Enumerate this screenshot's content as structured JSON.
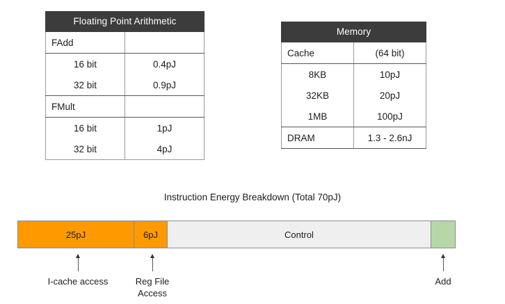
{
  "tables": [
    {
      "name": "floating-point-arithmetic",
      "title": "Floating Point Arithmetic",
      "groups": [
        {
          "label": "FAdd",
          "right": "",
          "rows": [
            {
              "operand": "16 bit",
              "energy": "0.4pJ"
            },
            {
              "operand": "32 bit",
              "energy": "0.9pJ"
            }
          ]
        },
        {
          "label": "FMult",
          "right": "",
          "rows": [
            {
              "operand": "16 bit",
              "energy": "1pJ"
            },
            {
              "operand": "32 bit",
              "energy": "4pJ"
            }
          ]
        }
      ]
    },
    {
      "name": "memory",
      "title": "Memory",
      "groups": [
        {
          "label": "Cache",
          "right": "(64 bit)",
          "rows": [
            {
              "operand": "8KB",
              "energy": "10pJ"
            },
            {
              "operand": "32KB",
              "energy": "20pJ"
            },
            {
              "operand": "1MB",
              "energy": "100pJ"
            }
          ]
        },
        {
          "label": "DRAM",
          "right": "1.3 - 2.6nJ",
          "rows": []
        }
      ]
    }
  ],
  "chart_data": {
    "type": "bar",
    "orientation": "stacked-horizontal",
    "title": "Instruction Energy Breakdown (Total 70pJ)",
    "unit": "pJ",
    "total": 70,
    "xlabel": "",
    "ylabel": "",
    "categories": [
      "I-cache access",
      "Reg File Access",
      "Control",
      "Add"
    ],
    "values": [
      25,
      6,
      38,
      1
    ],
    "labels": [
      "25pJ",
      "6pJ",
      "Control",
      ""
    ],
    "colors": [
      "#FF9900",
      "#FF9900",
      "#EFEFEF",
      "#B6D7A8"
    ],
    "annotations": [
      {
        "text": "I-cache access",
        "points_to": "I-cache access"
      },
      {
        "text": "Reg File\nAccess",
        "line1": "Reg File",
        "line2": "Access",
        "points_to": "Reg File Access"
      },
      {
        "text": "Add",
        "points_to": "Add"
      }
    ],
    "legend": "none",
    "grid": false
  }
}
